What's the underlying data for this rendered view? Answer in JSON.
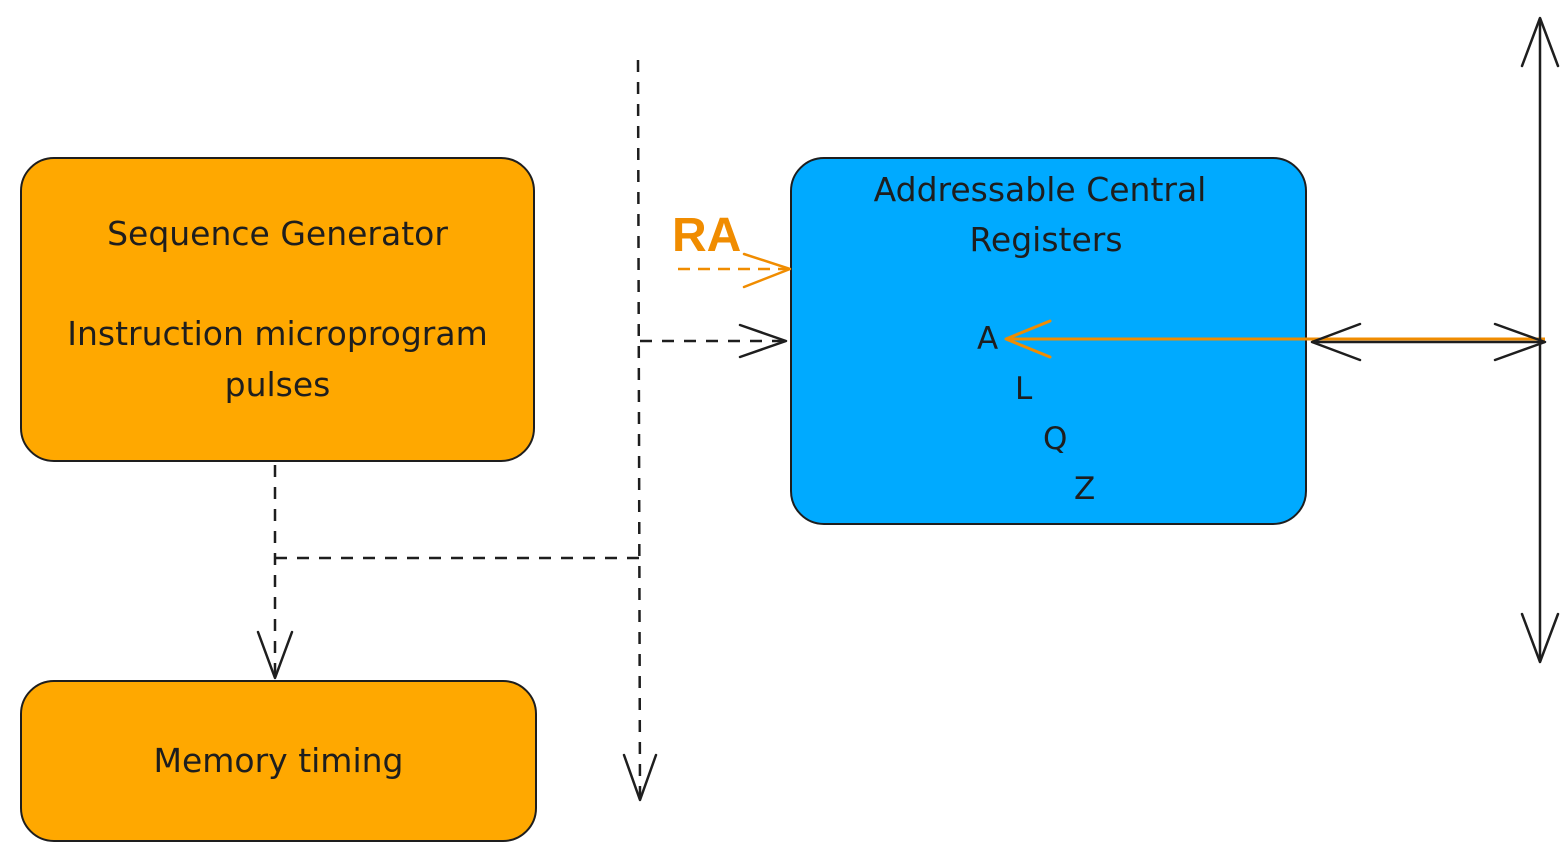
{
  "colors": {
    "stroke": "#1e1e1e",
    "orange_fill": "#ffa800",
    "blue_fill": "#00aaff",
    "accent": "#f08c00"
  },
  "sequence_generator": {
    "title": "Sequence Generator",
    "line1": "Instruction microprogram",
    "line2": "pulses"
  },
  "memory_timing": {
    "label": "Memory timing"
  },
  "central_registers": {
    "title_line1": "Addressable Central",
    "title_line2": "Registers",
    "registers": [
      "A",
      "L",
      "Q",
      "Z"
    ]
  },
  "ra_label": "RA"
}
